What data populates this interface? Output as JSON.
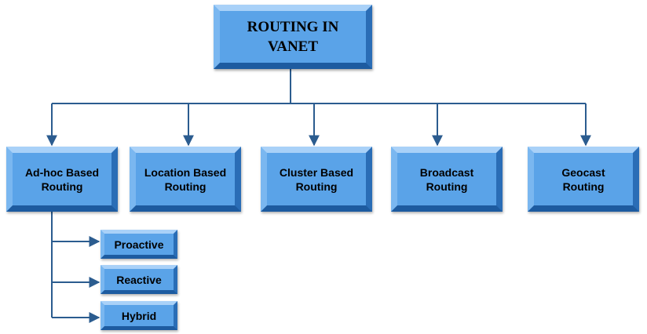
{
  "root": {
    "label": "ROUTING IN VANET"
  },
  "categories": [
    {
      "label": "Ad-hoc Based Routing"
    },
    {
      "label": "Location Based Routing"
    },
    {
      "label": "Cluster Based Routing"
    },
    {
      "label": "Broadcast Routing"
    },
    {
      "label": "Geocast Routing"
    }
  ],
  "adhoc_types": [
    {
      "label": "Proactive"
    },
    {
      "label": "Reactive"
    },
    {
      "label": "Hybrid"
    }
  ],
  "colors": {
    "box_fill": "#5aa3e8",
    "connector": "#2b5c8f"
  }
}
